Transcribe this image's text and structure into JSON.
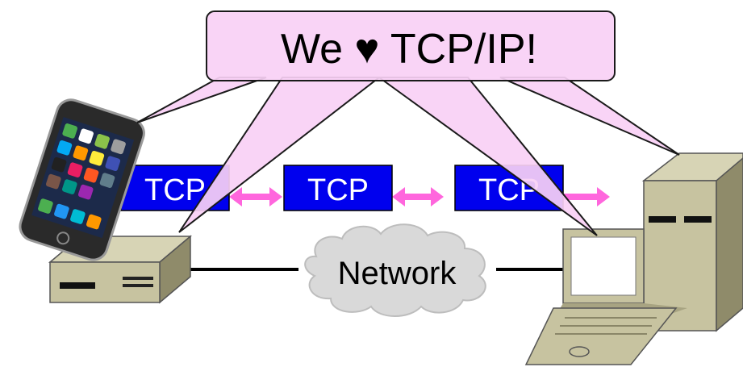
{
  "diagram": {
    "speech_bubble": {
      "text": "We ♥ TCP/IP!",
      "fill": "#f9d0f5",
      "stroke": "#1a1a1a"
    },
    "tcp_boxes": [
      {
        "label": "TCP"
      },
      {
        "label": "TCP"
      },
      {
        "label": "TCP"
      }
    ],
    "network": {
      "label": "Network",
      "fill": "#d9d9d9"
    },
    "colors": {
      "tcp_box": "#0000ee",
      "tcp_text": "#ffffff",
      "arrow": "#ff66dd",
      "device": "#c7c3a0",
      "device_dark": "#8f8b6a",
      "line": "#000000"
    },
    "devices": {
      "phone": "smartphone",
      "desktop": "desktop-unit",
      "laptop": "laptop",
      "server": "tower-server"
    }
  }
}
